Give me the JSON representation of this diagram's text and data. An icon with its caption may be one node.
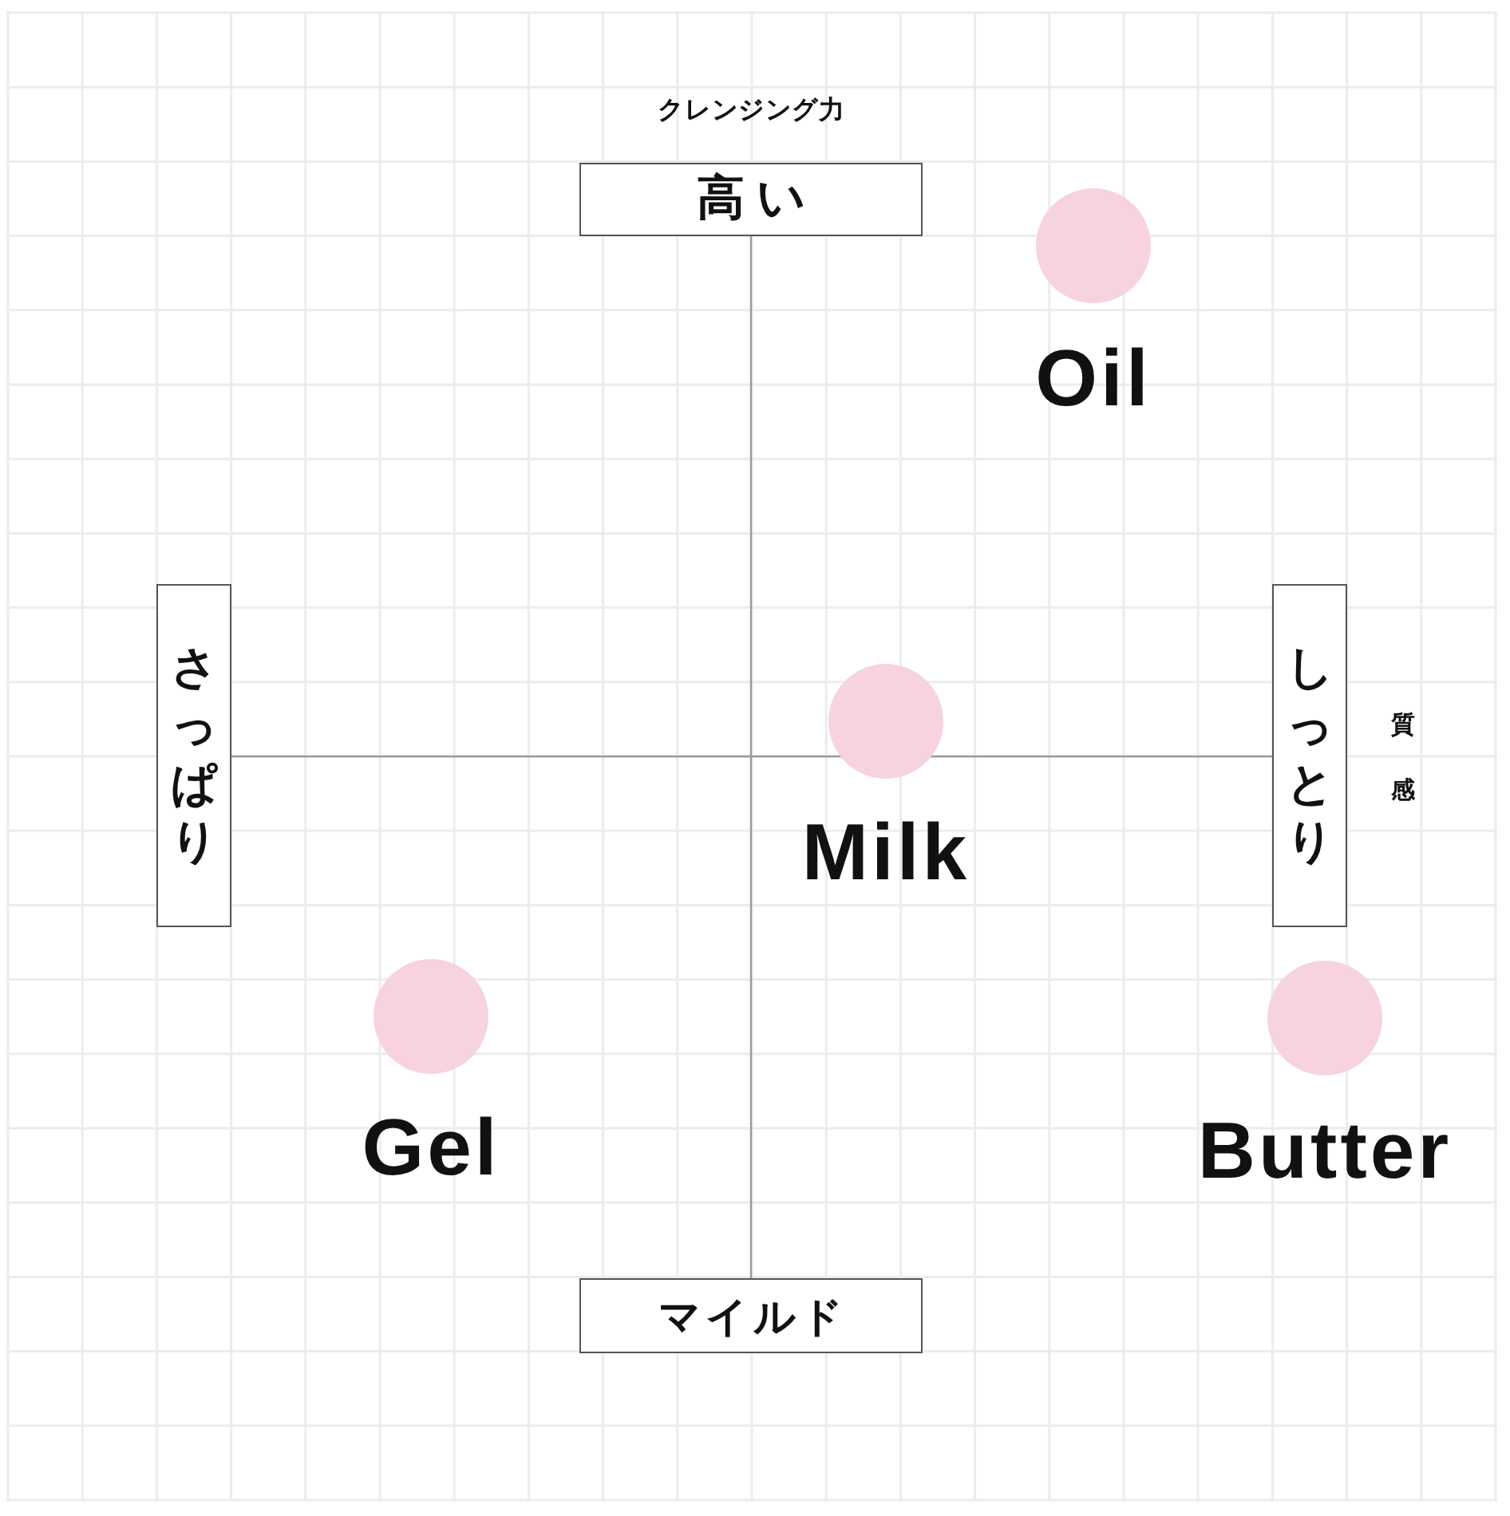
{
  "diagram": {
    "nodes": [
      {
        "text": [
          "高い"
        ]
      },
      {
        "text": [],
        "shape": "circle",
        "beside": [
          "Oil"
        ]
      },
      {
        "text": [
          "さっぱり"
        ]
      },
      {
        "text": [],
        "shape": "circle",
        "beside": [
          "Milk"
        ]
      },
      {
        "text": [
          "しっとり"
        ]
      },
      {
        "text": [],
        "shape": "circle",
        "beside": [
          "Gel"
        ]
      },
      {
        "text": [],
        "shape": "circle",
        "beside": [
          "Butter"
        ]
      },
      {
        "text": [
          "マイルド"
        ]
      }
    ],
    "labels": [
      "クレンジング力",
      "質感"
    ]
  }
}
